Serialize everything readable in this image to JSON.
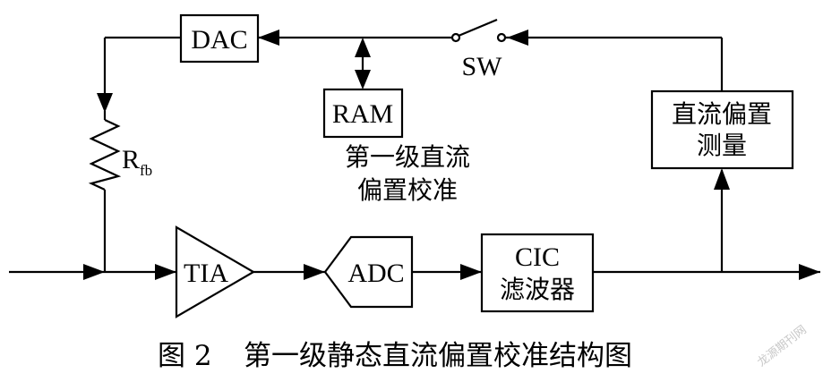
{
  "blocks": {
    "dac": "DAC",
    "ram": "RAM",
    "tia": "TIA",
    "adc": "ADC",
    "cic_line1": "CIC",
    "cic_line2": "滤波器",
    "dc_meas_line1": "直流偏置",
    "dc_meas_line2": "测量"
  },
  "labels": {
    "switch": "SW",
    "resistor_main": "R",
    "resistor_sub": "fb",
    "stage_line1": "第一级直流",
    "stage_line2": "偏置校准"
  },
  "caption": {
    "figure_number": "图 2",
    "title": "第一级静态直流偏置校准结构图"
  },
  "watermark": "龙源期刊网"
}
